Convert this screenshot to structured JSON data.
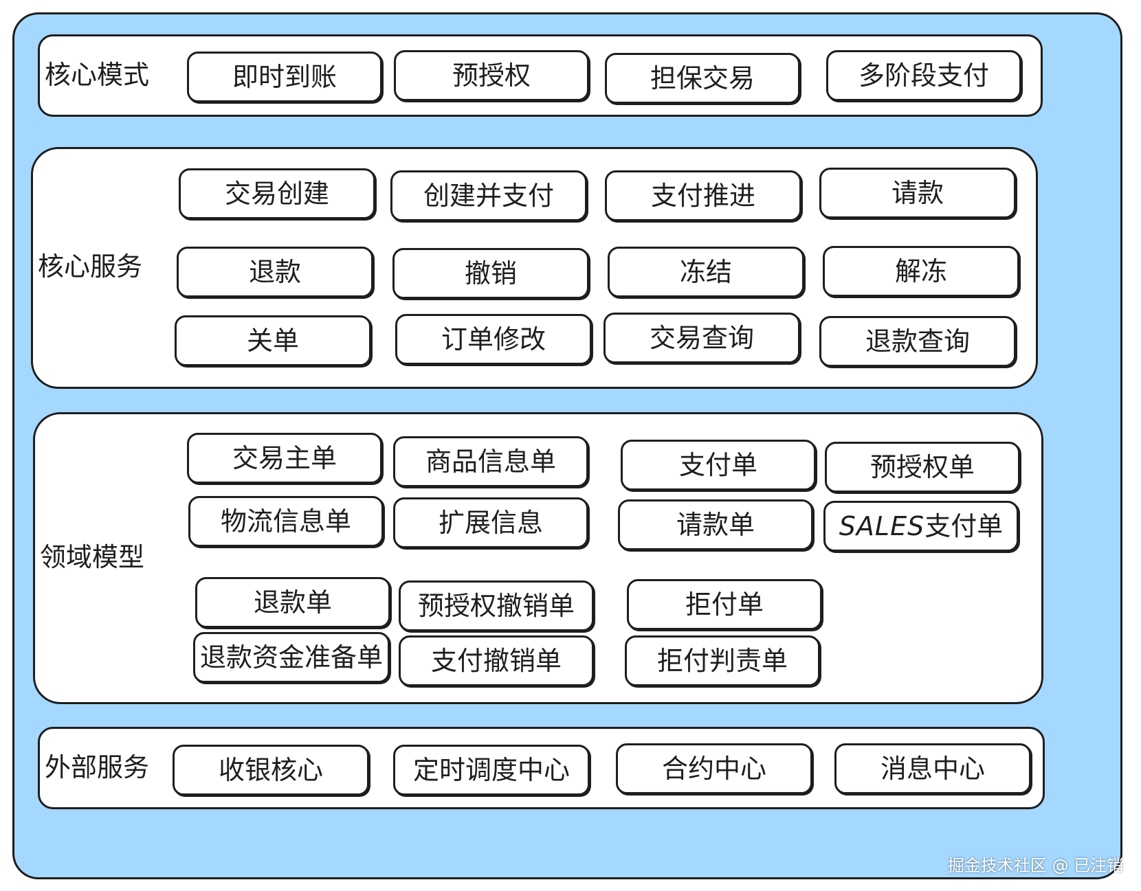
{
  "colors": {
    "outer_fill": "#a5d8ff",
    "stroke": "#1e1e1e",
    "box_fill": "#ffffff"
  },
  "sections": {
    "core_mode": {
      "label": "核心模式",
      "items": [
        "即时到账",
        "预授权",
        "担保交易",
        "多阶段支付"
      ]
    },
    "core_service": {
      "label": "核心服务",
      "items": [
        "交易创建",
        "创建并支付",
        "支付推进",
        "请款",
        "退款",
        "撤销",
        "冻结",
        "解冻",
        "关单",
        "订单修改",
        "交易查询",
        "退款查询"
      ]
    },
    "domain_model": {
      "label": "领域模型",
      "items": [
        "交易主单",
        "商品信息单",
        "支付单",
        "预授权单",
        "物流信息单",
        "扩展信息",
        "请款单",
        "SALES",
        "支付单",
        "退款单",
        "预授权撤销单",
        "拒付单",
        "退款资金准备单",
        "支付撤销单",
        "拒付判责单"
      ]
    },
    "external_service": {
      "label": "外部服务",
      "items": [
        "收银核心",
        "定时调度中心",
        "合约中心",
        "消息中心"
      ]
    }
  },
  "watermark": "掘金技术社区 @ 已注销"
}
